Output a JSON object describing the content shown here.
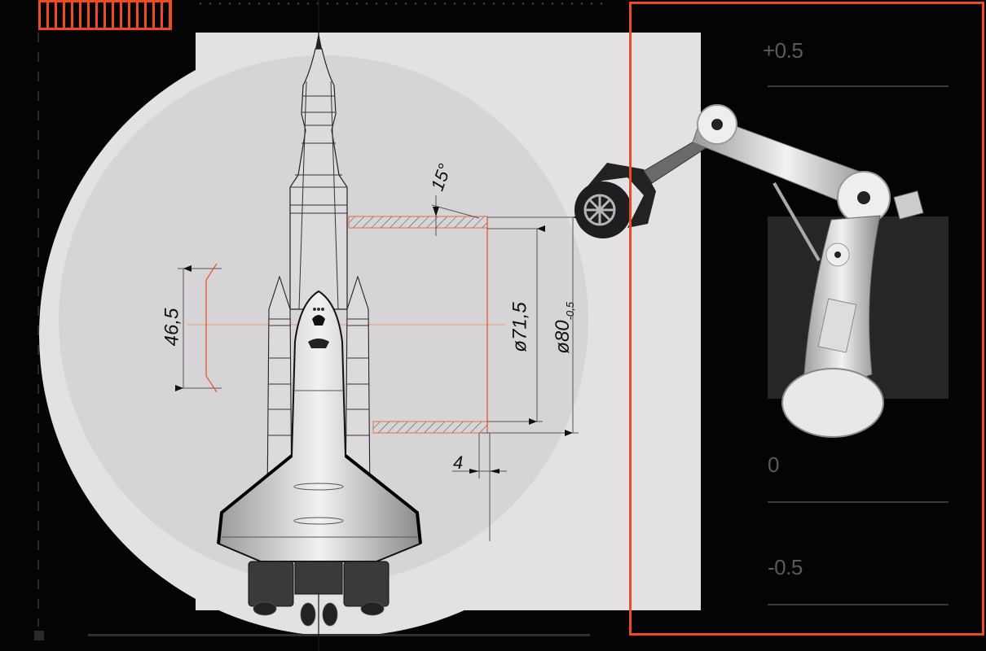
{
  "illustration": {
    "subject": "rocket-with-shuttle-and-robot-arm-engineering-drawing",
    "colors": {
      "background": "#050405",
      "panel_light": "#e3e1e4",
      "circle_inner": "#d6d4d7",
      "accent": "#ee4b23",
      "scale_text": "#5a595b",
      "scale_line": "#3a393b",
      "dark_panel": "#262527"
    }
  },
  "dimensions": {
    "angle": "15°",
    "height_left": "46,5",
    "diameter_inner": "ø71,5",
    "diameter_outer_base": "ø80",
    "diameter_outer_tolerance": "-0,5",
    "wall_thickness": "4"
  },
  "scale": {
    "labels": [
      {
        "text": "+0.5"
      },
      {
        "text": "0"
      },
      {
        "text": "-0.5"
      }
    ]
  },
  "icons": {
    "ruler": "ruler-bar-icon",
    "gear": "gear-icon",
    "rocket": "rocket-icon",
    "robot_arm": "robot-arm-icon"
  }
}
